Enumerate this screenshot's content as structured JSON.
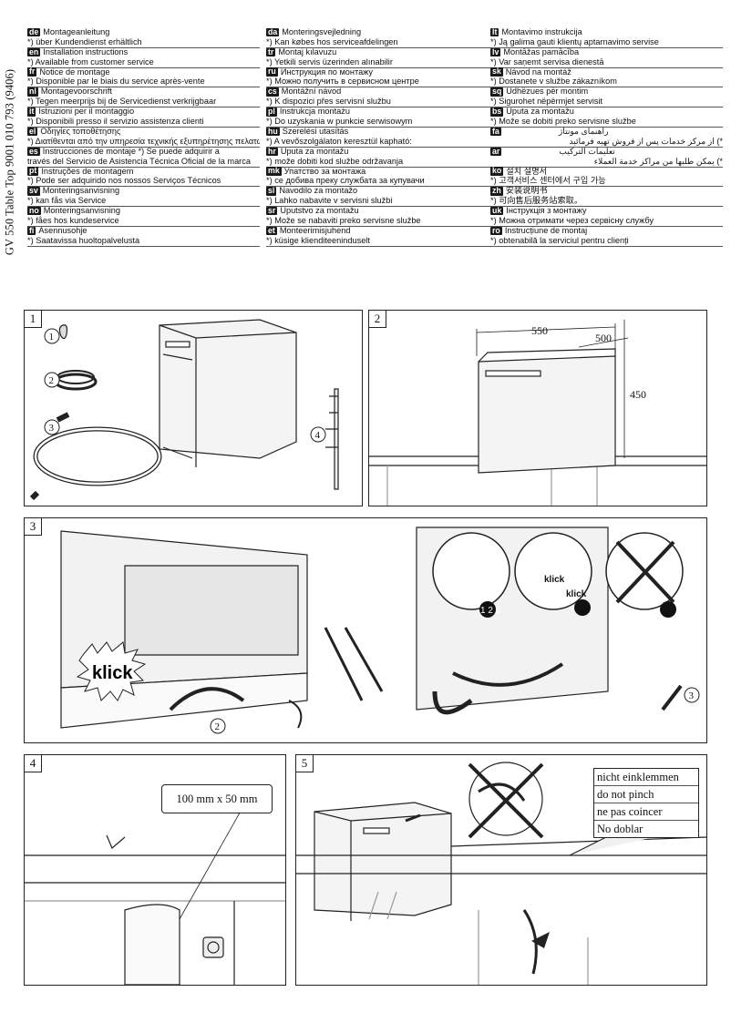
{
  "doc_id": "GV 550 Table Top 9001 010 793 (9406)",
  "columns": [
    [
      {
        "code": "de",
        "title": "Montageanleitung",
        "note": "*) über Kundendienst erhältlich"
      },
      {
        "code": "en",
        "title": "Installation instructions",
        "note": "*) Available from customer service"
      },
      {
        "code": "fr",
        "title": "Notice de montage",
        "note": "*) Disponible par le biais du service après-vente"
      },
      {
        "code": "nl",
        "title": "Montagevoorschrift",
        "note": "*) Tegen meerprijs bij de Servicedienst verkrijgbaar"
      },
      {
        "code": "it",
        "title": "Istruzioni per il montaggio",
        "note": "*) Disponibili presso il servizio assistenza clienti"
      },
      {
        "code": "el",
        "title": "Οδηγίες τοποθέτησης",
        "note": "*) Διατίθενται από την υπηρεσία τεχνικής εξυπηρέτησης πελατών"
      },
      {
        "code": "es",
        "title": "Instrucciones de montaje    *) Se puede adquirir a",
        "note": "través del Servicio de Asistencia Técnica Oficial de la marca"
      },
      {
        "code": "pt",
        "title": "Instruções de montagem",
        "note": "*) Pode ser adquirido nos nossos Serviços Técnicos"
      },
      {
        "code": "sv",
        "title": "Monteringsanvisning",
        "note": "*) kan fås via Service"
      },
      {
        "code": "no",
        "title": "Monteringsanvisning",
        "note": "*) fåes hos kundeservice"
      },
      {
        "code": "fi",
        "title": "Asennusohje",
        "note": "*) Saatavissa huoltopalvelusta"
      }
    ],
    [
      {
        "code": "da",
        "title": "Monteringsvejledning",
        "note": "*) Kan købes hos serviceafdelingen"
      },
      {
        "code": "tr",
        "title": "Montaj kılavuzu",
        "note": "*) Yetkili servis üzerinden alınabilir"
      },
      {
        "code": "ru",
        "title": "Инструкция по монтажу",
        "note": "*) Можно получить в сервисном центре"
      },
      {
        "code": "cs",
        "title": "Montážní návod",
        "note": "*) K dispozici přes servisní službu"
      },
      {
        "code": "pl",
        "title": "Instrukcja montażu",
        "note": "*) Do uzyskania w punkcie serwisowym"
      },
      {
        "code": "hu",
        "title": "Szerelési utasítás",
        "note": "*) A vevőszolgálaton keresztül kapható:"
      },
      {
        "code": "hr",
        "title": "Uputa za montažu",
        "note": "*) može dobiti kod službe održavanja"
      },
      {
        "code": "mk",
        "title": "Упатство за монтажа",
        "note": "*) се добива преку службата за купувачи"
      },
      {
        "code": "sl",
        "title": "Navodilo za montažo",
        "note": "*) Lahko nabavite v servisni službi"
      },
      {
        "code": "sr",
        "title": "Uputstvo za montažu",
        "note": "*) Može se nabaviti preko servisne službe"
      },
      {
        "code": "et",
        "title": "Monteerimisjuhend",
        "note": "*) küsige klienditeeninduselt"
      }
    ],
    [
      {
        "code": "lt",
        "title": "Montavimo instrukcija",
        "note": "*) Ją galima gauti klientų aptarnavimo servise"
      },
      {
        "code": "lv",
        "title": "Montāžas pamācība",
        "note": "*) Var saņemt servisa dienestā"
      },
      {
        "code": "sk",
        "title": "Návod na montáž",
        "note": "*) Dostanete v službe zákazníkom"
      },
      {
        "code": "sq",
        "title": "Udhëzues për montim",
        "note": "*) Sigurohet nëpërmjet servisit"
      },
      {
        "code": "bs",
        "title": "Uputa za montažu",
        "note": "*) Može se dobiti preko servisne službe"
      },
      {
        "code": "fa",
        "title": "راهنمای مونتاژ",
        "note": "*) از مرکز خدمات پس از فروش تهیه فرمائید"
      },
      {
        "code": "ar",
        "title": "تعليمات التركيب",
        "note": "*) يمكن طلبها من مراكز خدمة العملاء"
      },
      {
        "code": "ko",
        "title": "설치 설명서",
        "note": "*) 고객서비스 센터에서 구입 가능"
      },
      {
        "code": "zh",
        "title": "安装说明书",
        "note": "*) 可向售后服务站索取。"
      },
      {
        "code": "uk",
        "title": "Інструкція з монтажу",
        "note": "*) Можна отримати через сервісну службу"
      },
      {
        "code": "ro",
        "title": "Instrucțiune de montaj",
        "note": "*) obtenabilă la serviciul pentru clienți"
      }
    ]
  ],
  "steps": {
    "s1": {
      "num": "1",
      "callouts": [
        "1",
        "2",
        "3",
        "4"
      ]
    },
    "s2": {
      "num": "2",
      "dims": {
        "width": "550",
        "depth": "500",
        "height": "450"
      }
    },
    "s3": {
      "num": "3",
      "klick": "klick",
      "klick_b": "klick",
      "klick_c": "klick",
      "callouts": [
        "2",
        "3"
      ],
      "sub_labels": "1 2 3"
    },
    "s4": {
      "num": "4",
      "size": "100 mm x 50 mm"
    },
    "s5": {
      "num": "5",
      "warnings": [
        "nicht einklemmen",
        "do not pinch",
        "ne pas coincer",
        "No doblar"
      ]
    }
  }
}
